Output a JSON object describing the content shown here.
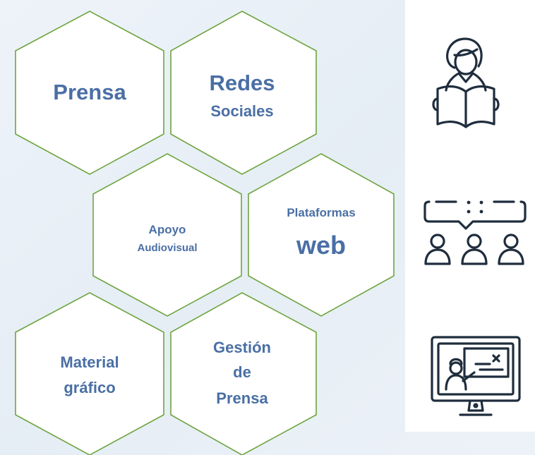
{
  "hexagons": {
    "prensa": {
      "label": "Prensa"
    },
    "redes_sociales": {
      "line1": "Redes",
      "line2": "Sociales"
    },
    "apoyo_audiovisual": {
      "line1": "Apoyo",
      "line2": "Audiovisual"
    },
    "plataformas_web": {
      "line1": "Plataformas",
      "line2": "web"
    },
    "material_grafico": {
      "line1": "Material",
      "line2": "gráfico"
    },
    "gestion_prensa": {
      "line1": "Gestión",
      "line2": "de",
      "line3": "Prensa"
    }
  },
  "colors": {
    "hex_stroke": "#6ea53f",
    "hex_fill": "#ffffff",
    "text": "#4a6fa5",
    "icon": "#1f2d3d",
    "background": "#e7eef6",
    "icon_panel": "#ffffff"
  },
  "icons": [
    "reader-icon",
    "discussion-group-icon",
    "online-teacher-icon"
  ]
}
